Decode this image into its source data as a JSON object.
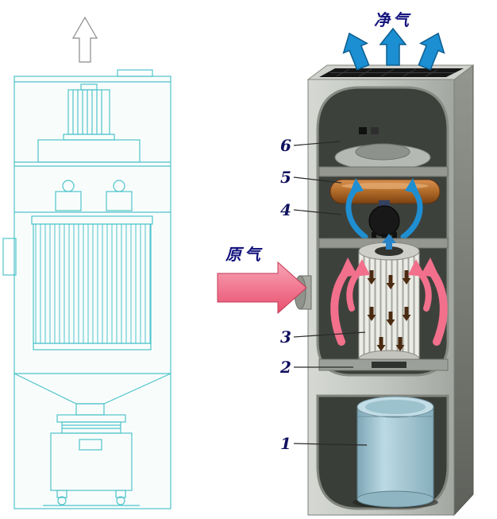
{
  "labels": {
    "clean_air": "净气",
    "raw_air": "原气"
  },
  "callouts": [
    "6",
    "5",
    "4",
    "3",
    "2",
    "1"
  ],
  "colors": {
    "cad_line": "#4fc3cb",
    "clean_air_arrow": "#1b8fd2",
    "raw_air_arrow": "#ee5572",
    "label_text": "#15157f",
    "roller_orange": "#b06a28",
    "bucket_blue": "#9cc4d2",
    "cabinet_gray": "#b4b8b2",
    "interior_dark": "#3d413c"
  }
}
